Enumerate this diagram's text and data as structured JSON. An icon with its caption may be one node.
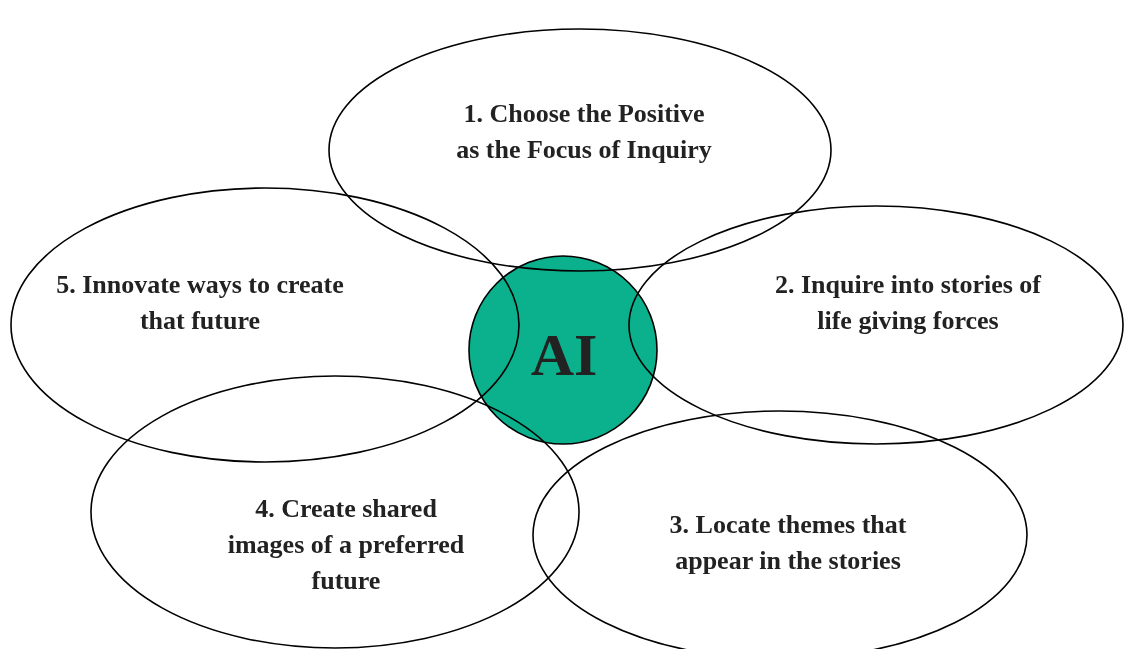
{
  "diagram": {
    "nodes": [
      {
        "text": [
          "1. Choose the Positive as the Focus of Inquiry"
        ]
      },
      {
        "text": [
          "5. Innovate ways to create that future"
        ]
      },
      {
        "text": [
          "AI"
        ]
      },
      {
        "text": [
          "2. Inquire into stories of life giving forces"
        ]
      },
      {
        "text": [
          "4. Create shared images of a preferred future"
        ]
      },
      {
        "text": [
          "3. Locate themes that appear in the stories"
        ]
      }
    ]
  }
}
